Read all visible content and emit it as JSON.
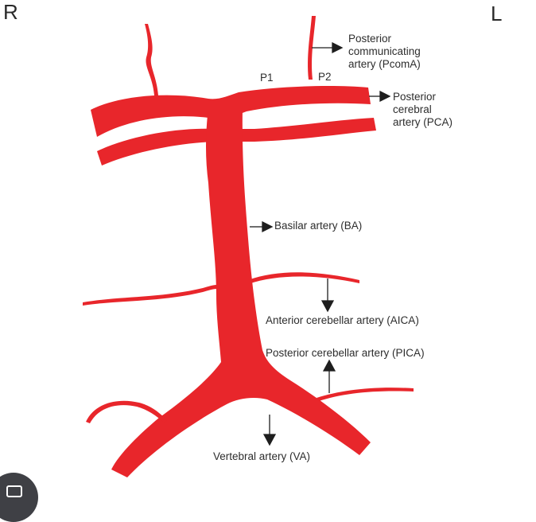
{
  "orientation": {
    "right": "R",
    "left": "L"
  },
  "labels": {
    "pcoma": [
      "Posterior",
      "communicating",
      "artery (PcomA)"
    ],
    "pca": [
      "Posterior",
      "cerebral",
      "artery (PCA)"
    ],
    "p1": "P1",
    "p2": "P2",
    "basilar": "Basilar artery (BA)",
    "aica": "Anterior cerebellar artery (AICA)",
    "pica": "Posterior cerebellar artery (PICA)",
    "vertebral": "Vertebral artery (VA)"
  },
  "colors": {
    "artery": "#e8262b",
    "arrow": "#1e1e1e",
    "text": "#2d2d2d"
  },
  "overlay": {
    "corner_button_icon": "camera-icon"
  }
}
